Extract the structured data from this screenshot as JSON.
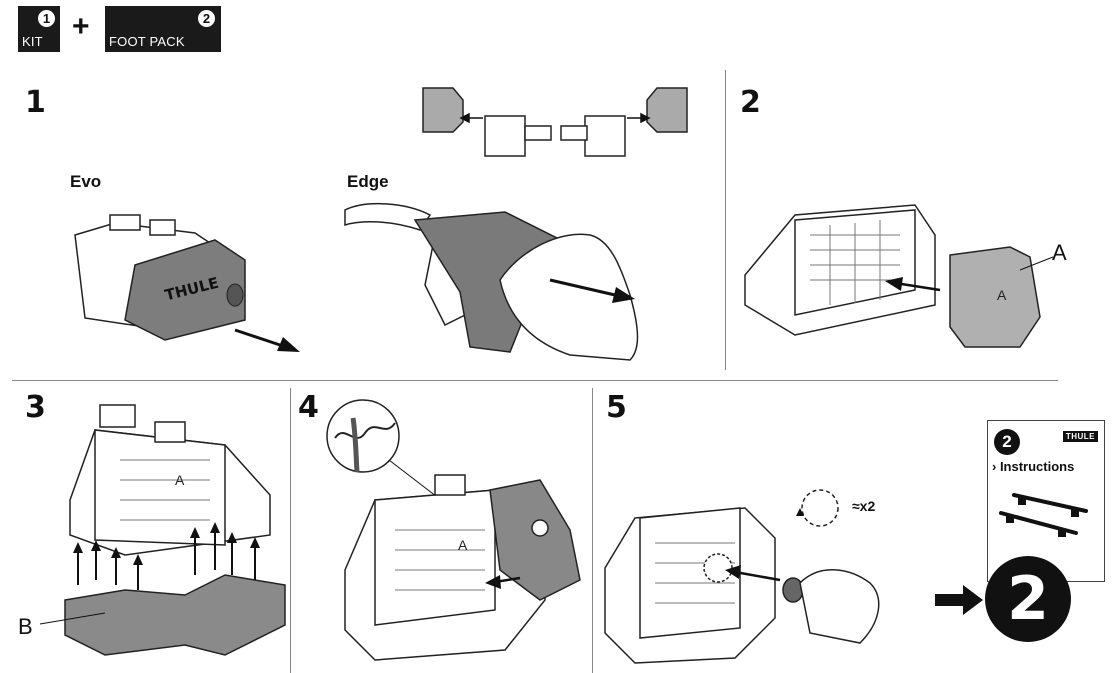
{
  "header": {
    "kit_number": "1",
    "kit_label": "KIT",
    "plus": "+",
    "footpack_number": "2",
    "footpack_label": "FOOT PACK"
  },
  "steps": {
    "s1": "1",
    "s2": "2",
    "s3": "3",
    "s4": "4",
    "s5": "5"
  },
  "captions": {
    "evo": "Evo",
    "edge": "Edge",
    "brand_on_foot": "THULE"
  },
  "labels": {
    "a_step2": "A",
    "a_step3_part": "A",
    "a_step4_part": "A",
    "b_step3": "B",
    "multiplier": "≈x2"
  },
  "next_booklet": {
    "number": "2",
    "brand": "THULE",
    "instructions": "› Instructions",
    "big_number": "2"
  },
  "icons": [
    "arrow-right-icon",
    "thule-foot-drawing",
    "adapter-plate-drawing",
    "rotation-icon"
  ]
}
